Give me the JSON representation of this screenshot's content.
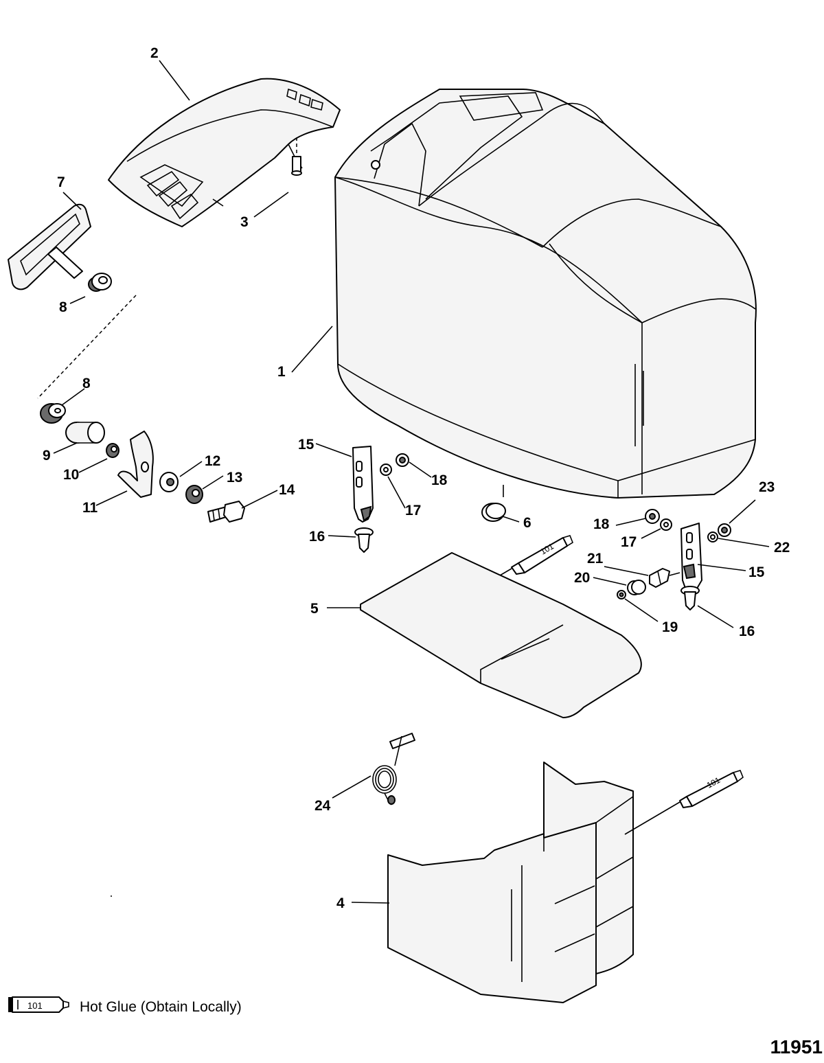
{
  "callouts": {
    "c1": "1",
    "c2": "2",
    "c3": "3",
    "c4": "4",
    "c5": "5",
    "c6": "6",
    "c7": "7",
    "c8a": "8",
    "c8b": "8",
    "c9": "9",
    "c10": "10",
    "c11": "11",
    "c12": "12",
    "c13": "13",
    "c14": "14",
    "c15a": "15",
    "c15b": "15",
    "c16a": "16",
    "c16b": "16",
    "c17a": "17",
    "c17b": "17",
    "c18a": "18",
    "c18b": "18",
    "c19": "19",
    "c20": "20",
    "c21": "21",
    "c22": "22",
    "c23": "23",
    "c24": "24"
  },
  "tube_label": "101",
  "legend": {
    "tube_label": "101",
    "text": "Hot Glue (Obtain Locally)"
  },
  "figure_number": "11951"
}
